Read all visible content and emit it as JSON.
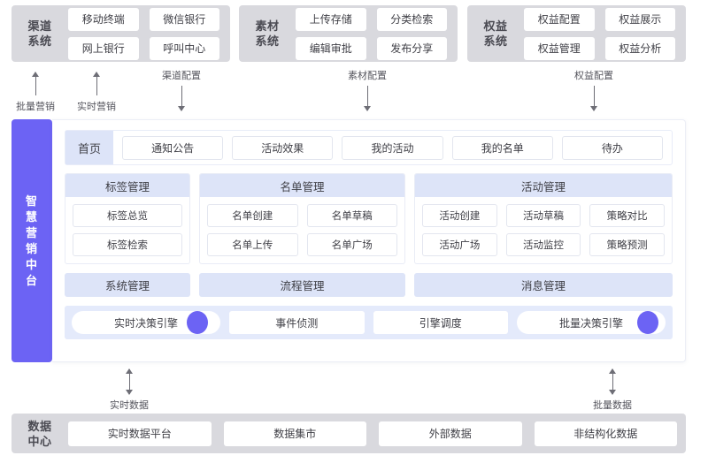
{
  "top_systems": [
    {
      "name": "渠道系统",
      "label_lines": [
        "渠道",
        "系统"
      ],
      "items": [
        "移动终端",
        "微信银行",
        "网上银行",
        "呼叫中心"
      ]
    },
    {
      "name": "素材系统",
      "label_lines": [
        "素材",
        "系统"
      ],
      "items": [
        "上传存储",
        "分类检索",
        "编辑审批",
        "发布分享"
      ]
    },
    {
      "name": "权益系统",
      "label_lines": [
        "权益",
        "系统"
      ],
      "items": [
        "权益配置",
        "权益展示",
        "权益管理",
        "权益分析"
      ]
    }
  ],
  "top_arrows": [
    {
      "label": "批量营销",
      "direction": "up"
    },
    {
      "label": "实时营销",
      "direction": "up"
    },
    {
      "label": "渠道配置",
      "direction": "down"
    },
    {
      "label": "素材配置",
      "direction": "down"
    },
    {
      "label": "权益配置",
      "direction": "down"
    }
  ],
  "bottom_arrows": [
    {
      "label": "实时数据",
      "direction": "both"
    },
    {
      "label": "批量数据",
      "direction": "both"
    }
  ],
  "platform": {
    "rail_title": "智慧营销中台",
    "home_tab": "首页",
    "tabs": [
      "通知公告",
      "活动效果",
      "我的活动",
      "我的名单",
      "待办"
    ],
    "module_cards": [
      {
        "title": "标签管理",
        "items": [
          "标签总览",
          "标签检索"
        ]
      },
      {
        "title": "名单管理",
        "items": [
          "名单创建",
          "名单草稿",
          "名单上传",
          "名单广场"
        ]
      },
      {
        "title": "活动管理",
        "items": [
          "活动创建",
          "活动草稿",
          "策略对比",
          "活动广场",
          "活动监控",
          "策略预测"
        ]
      }
    ],
    "flat_cards": [
      "系统管理",
      "流程管理",
      "消息管理"
    ],
    "engines": [
      {
        "label": "实时决策引擎",
        "shape": "pill",
        "dot": true
      },
      {
        "label": "事件侦测",
        "shape": "sq",
        "dot": false
      },
      {
        "label": "引擎调度",
        "shape": "sq",
        "dot": false
      },
      {
        "label": "批量决策引擎",
        "shape": "pill",
        "dot": true
      }
    ]
  },
  "data_center": {
    "label_lines": [
      "数据",
      "中心"
    ],
    "items": [
      "实时数据平台",
      "数据集市",
      "外部数据",
      "非结构化数据"
    ]
  },
  "colors": {
    "accent_purple": "#6c63f4",
    "card_header": "#dde4f8",
    "system_gray": "#d9d9de",
    "engine_band": "#e4eafb"
  }
}
